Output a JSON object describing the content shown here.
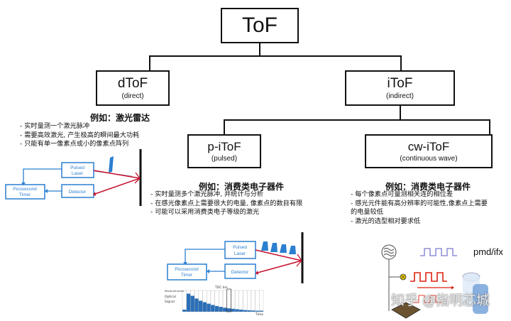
{
  "root": {
    "title": "ToF"
  },
  "dtof": {
    "title": "dToF",
    "subtitle": "(direct)"
  },
  "itof": {
    "title": "iToF",
    "subtitle": "(indirect)"
  },
  "pitof": {
    "title": "p-iToF",
    "subtitle": "(pulsed)"
  },
  "cwitof": {
    "title": "cw-iToF",
    "subtitle": "(continuous wave)"
  },
  "dtof_notes": {
    "heading": "例如：激光雷达",
    "items": [
      "- 实时量测一个激光脉冲",
      "- 需要高效激光, 产生极高的瞬间最大功耗",
      "- 只能有单一像素点或小的像素点阵列"
    ]
  },
  "pitof_notes": {
    "heading": "例如：消费类电子器件",
    "items": [
      "- 实时量测多个激光脉冲, 并统计与分析",
      "- 在感光像素点上需要很大的电量, 像素点的数目有限",
      "- 可能可以采用消费类电子等级的激光"
    ]
  },
  "cwitof_notes": {
    "heading": "例如：消费类电子器件",
    "items": [
      "- 每个像素点可量测相关连的相位差",
      "- 感光元件能有高分辨率的可能性,像素点上需要",
      "的电量较低",
      "- 激光的选型相对要求低"
    ]
  },
  "diagram_labels": {
    "pulsed_laser_1": "Pulsed",
    "pulsed_laser_2": "Laser",
    "detector": "Detector",
    "timer_1": "Picosecond",
    "timer_2": "Timer",
    "tdc_bin": "TDC bin",
    "recon_1": "Reconstructed",
    "recon_2": "Optical",
    "recon_3": "Signal",
    "time": "Time",
    "pmd": "pmd/ifx"
  },
  "histogram": {
    "values": [
      0.1,
      0.85,
      0.75,
      0.62,
      0.52,
      0.45,
      0.38,
      0.32,
      0.27,
      0.23,
      0.19,
      0.16,
      0.14,
      0.12,
      0.1,
      0.08,
      0.07,
      0.06,
      0.05,
      0.05
    ]
  },
  "watermark": "知乎 @指明芯城",
  "colors": {
    "accent_blue": "#2a7fd0",
    "laser_red": "#c8102e",
    "line": "#111111"
  }
}
